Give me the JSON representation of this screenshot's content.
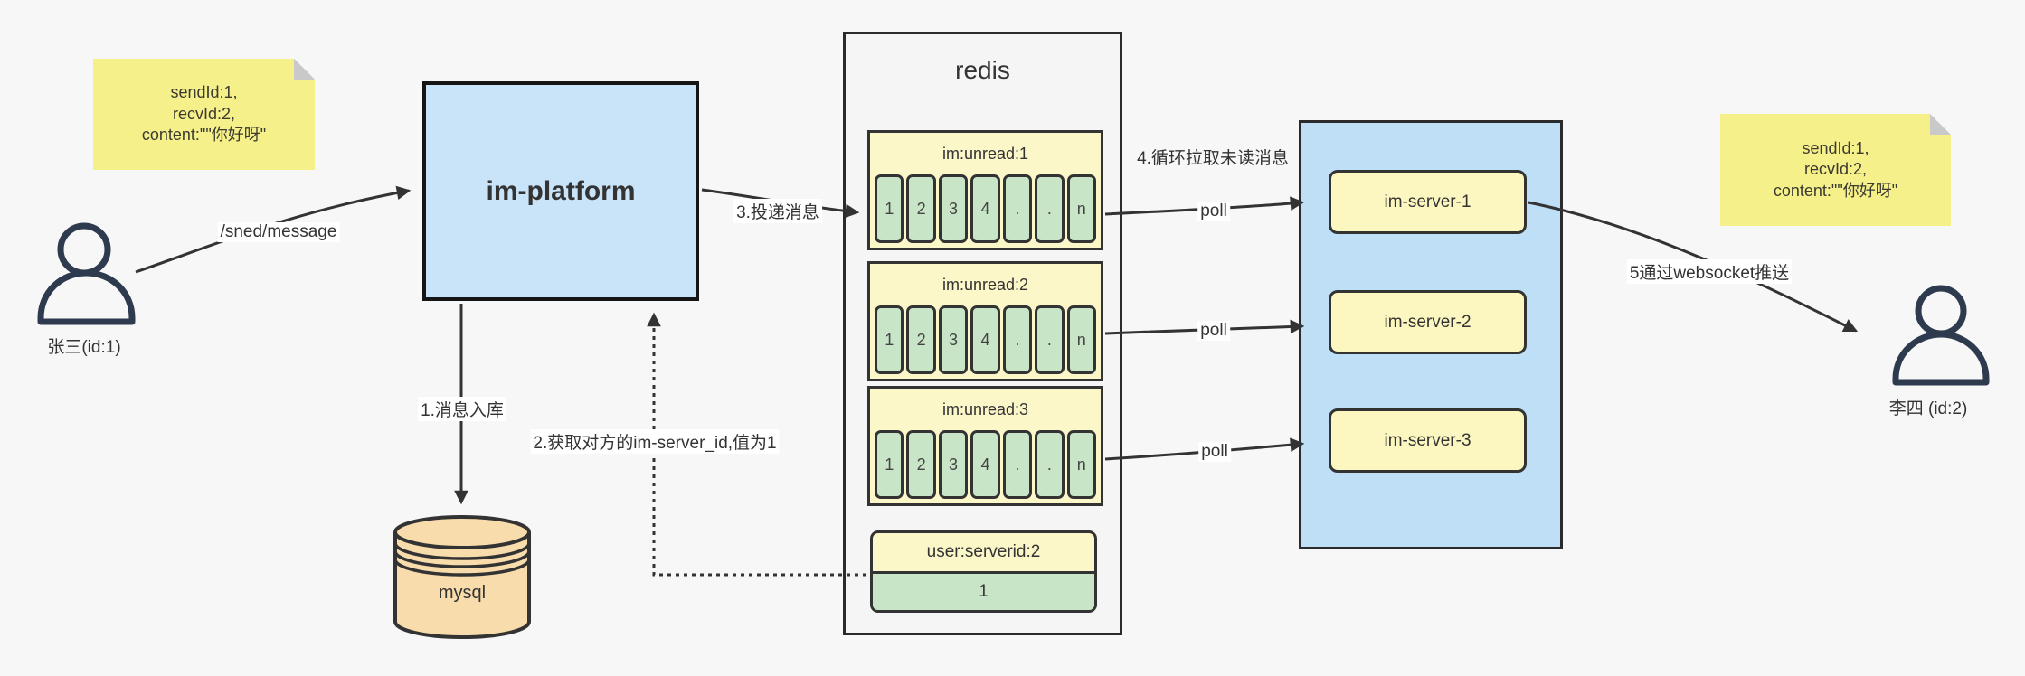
{
  "colors": {
    "bg": "#f7f7f7",
    "panel": "#f5f5f5",
    "note": "#f6f08a",
    "fold": "#c9c9c9",
    "blue-box": "#c9e3f9",
    "blue-panel": "#bedff6",
    "queue-yellow": "#fbf7c8",
    "server-yellow": "#fcf6c0",
    "green": "#c9e5c8",
    "tan": "#f8dcab",
    "line": "#333333"
  },
  "notes": {
    "left": "sendId:1,\nrecvId:2,\ncontent:\"\"你好呀\"",
    "right": "sendId:1,\nrecvId:2,\ncontent:\"\"你好呀\""
  },
  "actors": {
    "left": "张三(id:1)",
    "right": "李四 (id:2)"
  },
  "platform": {
    "label": "im-platform"
  },
  "mysql": {
    "label": "mysql"
  },
  "redis": {
    "title": "redis",
    "queues": [
      {
        "title": "im:unread:1",
        "cells": [
          "1",
          "2",
          "3",
          "4",
          ".",
          ".",
          "n"
        ]
      },
      {
        "title": "im:unread:2",
        "cells": [
          "1",
          "2",
          "3",
          "4",
          ".",
          ".",
          "n"
        ]
      },
      {
        "title": "im:unread:3",
        "cells": [
          "1",
          "2",
          "3",
          "4",
          ".",
          ".",
          "n"
        ]
      }
    ],
    "server_map": {
      "title": "user:serverid:2",
      "value": "1"
    }
  },
  "servers": [
    {
      "label": "im-server-1"
    },
    {
      "label": "im-server-2"
    },
    {
      "label": "im-server-3"
    }
  ],
  "edges": {
    "send_api": "/sned/message",
    "step1": "1.消息入库",
    "step2": "2.获取对方的im-server_id,值为1",
    "step3": "3.投递消息",
    "step4": "4.循环拉取未读消息",
    "step5": "5通过websocket推送",
    "poll": "poll"
  }
}
